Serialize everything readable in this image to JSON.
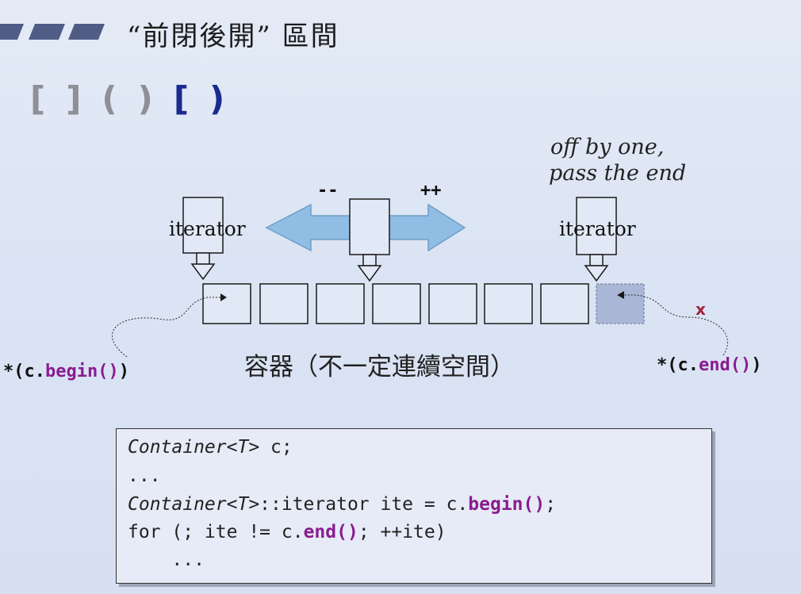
{
  "slide": {
    "title": "“前閉後開” 區間",
    "brackets": [
      "[",
      "]",
      "(",
      ")",
      "[",
      ")"
    ],
    "note_line1": "off by one,",
    "note_line2": "pass the end",
    "op_decrement": "--",
    "op_increment": "++",
    "iterator_label": "iterator",
    "x_mark": "x",
    "container_label": "容器（不一定連續空間）",
    "begin_expr": {
      "prefix": "*(c.",
      "method": "begin()",
      "suffix": ")"
    },
    "end_expr": {
      "prefix": "*(c.",
      "method": "end()",
      "suffix": ")"
    },
    "colors": {
      "navy": "#1b2a8f",
      "purple": "#8a1c8f",
      "arrow_blue": "#8fbde3",
      "shaded_cell": "#aab6d6"
    }
  },
  "code": {
    "line1_type": "Container<T>",
    "line1_rest": " c;",
    "line2": "...",
    "line3_type": "Container<T>",
    "line3_mid": "::iterator ite = c.",
    "line3_kw": "begin()",
    "line3_end": ";",
    "line4_pre": "for (; ite != c.",
    "line4_kw": "end()",
    "line4_post": "; ++ite)",
    "line5": "    ..."
  }
}
